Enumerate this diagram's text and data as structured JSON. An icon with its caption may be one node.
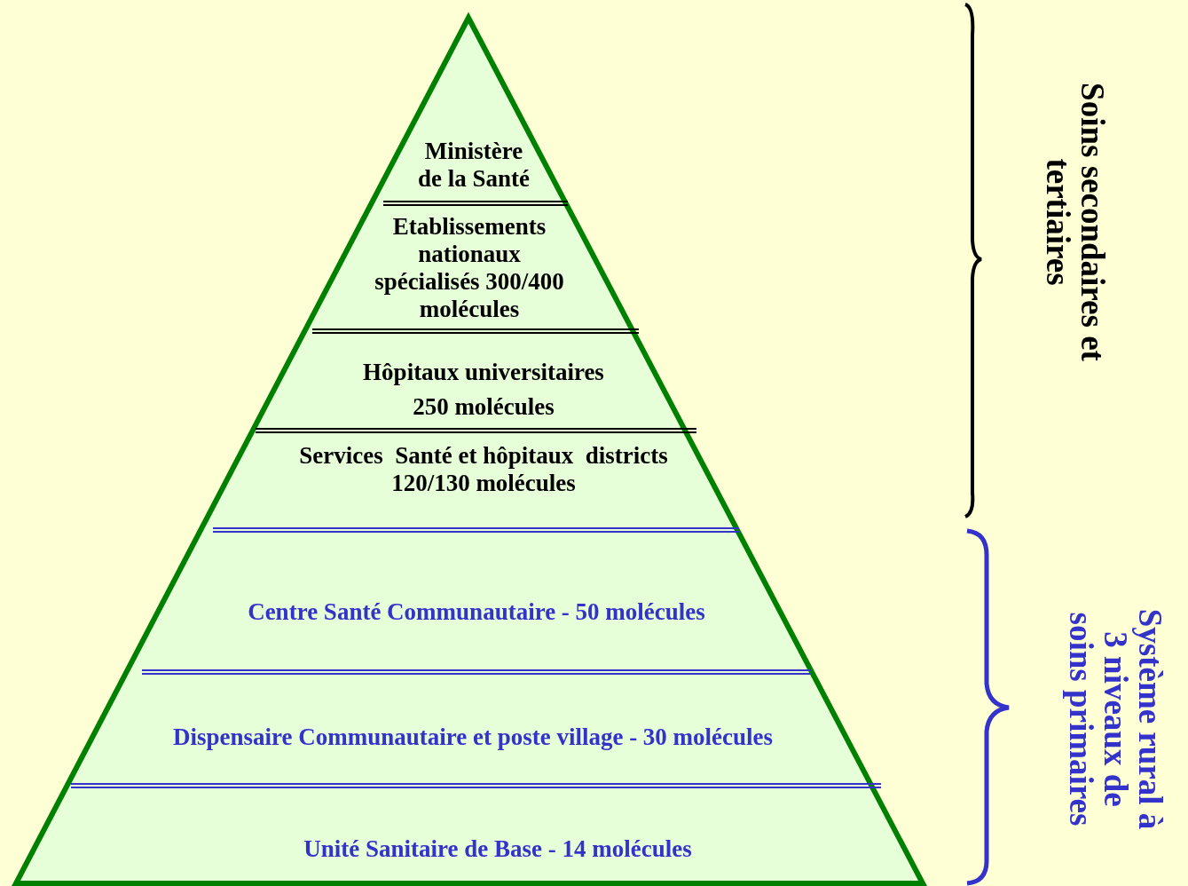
{
  "diagram": {
    "nodes": [
      {
        "text": [
          "Ministère de la Santé"
        ]
      },
      {
        "text": [
          "Etablissements nationaux spécialisés 300/400 molécules"
        ]
      },
      {
        "text": [
          "Hôpitaux universitaires 250 molécules"
        ]
      },
      {
        "text": [
          "Services  Santé et hôpitaux  districts 120/130 molécules"
        ]
      },
      {
        "text": [
          "Centre Santé Communautaire - 50 molécules"
        ]
      },
      {
        "text": [
          "Dispensaire Communautaire et poste village - 30 molécules"
        ]
      },
      {
        "text": [
          "Unité Sanitaire de Base - 14 molécules"
        ]
      }
    ],
    "labels": [
      "Soins secondaires et tertiaires",
      "Système rural à 3 niveaux de soins primaires"
    ]
  }
}
